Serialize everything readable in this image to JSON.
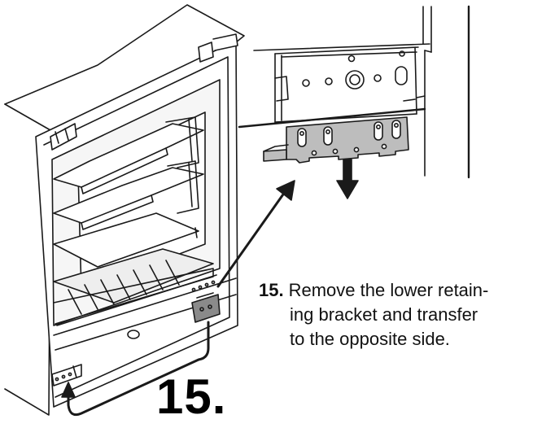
{
  "instruction": {
    "number": "15.",
    "line1": "Remove the lower retain-",
    "line2": "ing bracket and transfer",
    "line3": "to the opposite side."
  },
  "step_label": "15.",
  "colors": {
    "line": "#1a1a1a",
    "bracket_fill": "#bdbdbd",
    "frame_shade": "#e6e6e6",
    "background": "#ffffff"
  },
  "icons": [
    "fridge-illustration",
    "bracket-detail",
    "down-arrow-icon",
    "callout-arrow-icon",
    "transfer-arrow-icon"
  ]
}
